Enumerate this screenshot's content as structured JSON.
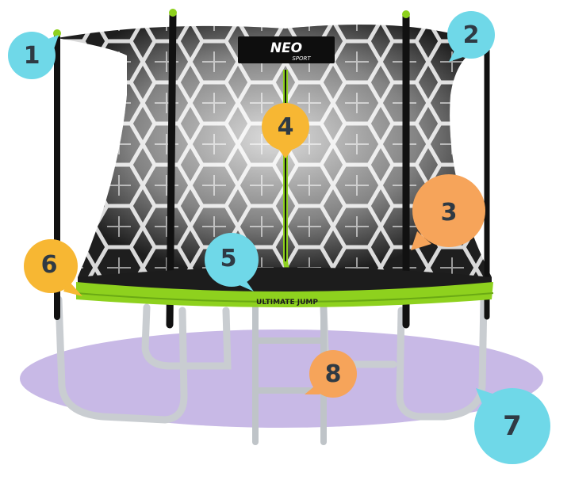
{
  "brand": {
    "logo_text": "NEO",
    "logo_subtext": "SPORT"
  },
  "product": {
    "model_label": "ULTIMATE JUMP"
  },
  "colors": {
    "frame_green": "#8ed11e",
    "net_dark": "#151515",
    "mat": "#1c1c1c",
    "shadow": "#c8b9e6",
    "pole": "#111111",
    "steel": "#c9cdd1"
  },
  "callouts": [
    {
      "label": "1",
      "color": "#6fd8e8",
      "tail": "right"
    },
    {
      "label": "2",
      "color": "#6fd8e8",
      "tail": "left"
    },
    {
      "label": "3",
      "color": "#f6a45a",
      "tail": "left"
    },
    {
      "label": "4",
      "color": "#f7b733",
      "tail": "down"
    },
    {
      "label": "5",
      "color": "#6fd8e8",
      "tail": "down"
    },
    {
      "label": "6",
      "color": "#f7b733",
      "tail": "right"
    },
    {
      "label": "7",
      "color": "#6fd8e8",
      "tail": "up"
    },
    {
      "label": "8",
      "color": "#f6a45a",
      "tail": "left"
    }
  ]
}
